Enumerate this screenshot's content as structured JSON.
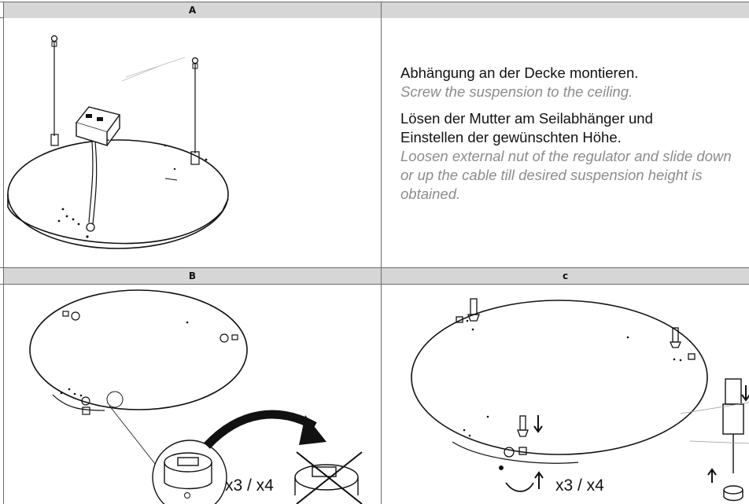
{
  "panels": {
    "a": {
      "label": "A"
    },
    "a_text": {
      "label": ""
    },
    "b": {
      "label": "B",
      "count_text": "x3 / x4"
    },
    "c": {
      "label": "c",
      "count_text": "x3 / x4"
    }
  },
  "instructions": {
    "step1_de": "Abhängung an der Decke montieren.",
    "step1_en": "Screw the suspension to the ceiling.",
    "step2_de": "Lösen der Mutter am Seilabhänger und Einstellen der gewünschten Höhe.",
    "step2_en": "Loosen external nut of the regulator and slide down or up the cable till desired suspension height is obtained."
  },
  "colors": {
    "header_bg": "#d6d6d6",
    "border": "#6b6b6b",
    "german_text": "#111111",
    "english_text": "#8c8c8c"
  }
}
